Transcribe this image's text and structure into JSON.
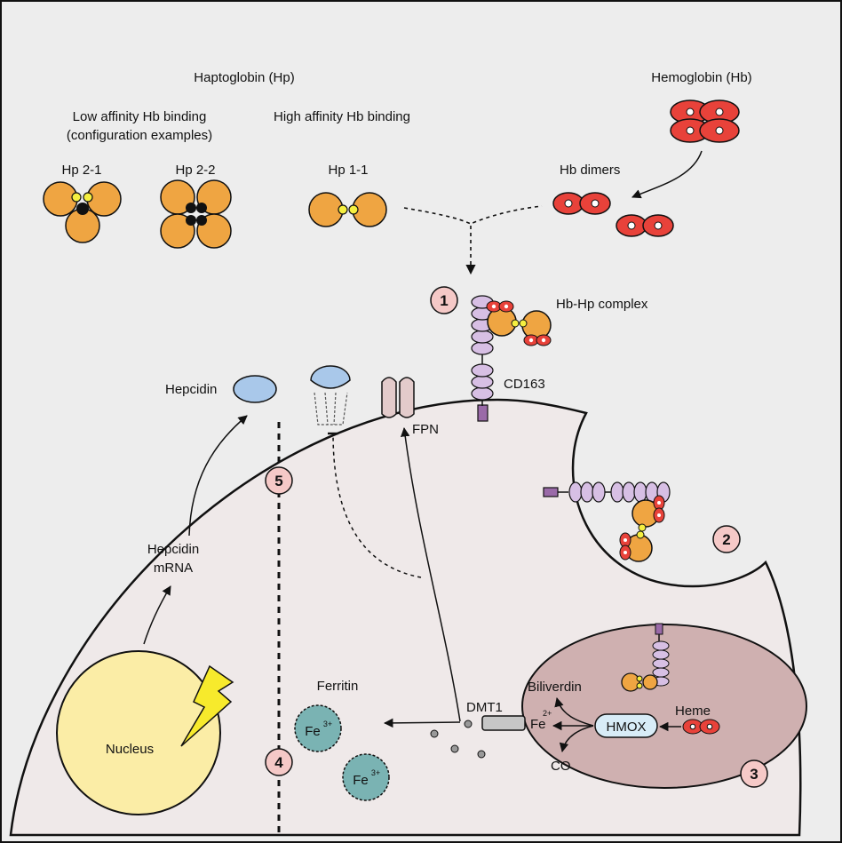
{
  "colors": {
    "background": "#ededed",
    "cell": "#efe9e9",
    "haptoglobin": "#efa542",
    "linker": "#f5ef40",
    "hemoglobin": "#e8423a",
    "cd163": "#d7bfe4",
    "cd163_anchor": "#9a6aa8",
    "hepcidin": "#a9c8ea",
    "fpn": "#e3cbcb",
    "nucleus": "#fbeda6",
    "ferritin": "#7ab3b3",
    "endosome": "#cfb0b0",
    "hmox": "#d8ecf7",
    "badge": "#f5c9c7",
    "lightning": "#f7ea2c"
  },
  "labels": {
    "haptoglobin_title": "Haptoglobin (Hp)",
    "hemoglobin_title": "Hemoglobin (Hb)",
    "low_affinity_line1": "Low affinity Hb binding",
    "low_affinity_line2": "(configuration examples)",
    "high_affinity": "High affinity Hb binding",
    "hp21": "Hp  2-1",
    "hp22": "Hp  2-2",
    "hp11": "Hp  1-1",
    "hb_dimers": "Hb dimers",
    "hb_hp_complex": "Hb-Hp complex",
    "cd163": "CD163",
    "hepcidin": "Hepcidin",
    "fpn": "FPN",
    "hepcidin_mrna_line1": "Hepcidin",
    "hepcidin_mrna_line2": "mRNA",
    "nucleus": "Nucleus",
    "ferritin": "Ferritin",
    "fe_symbol": "Fe",
    "fe3_charge": "3+",
    "fe2_charge": "2+",
    "dmt1": "DMT1",
    "biliverdin": "Biliverdin",
    "heme": "Heme",
    "hmox": "HMOX",
    "co": "CO"
  },
  "steps": [
    "1",
    "2",
    "3",
    "4",
    "5"
  ]
}
